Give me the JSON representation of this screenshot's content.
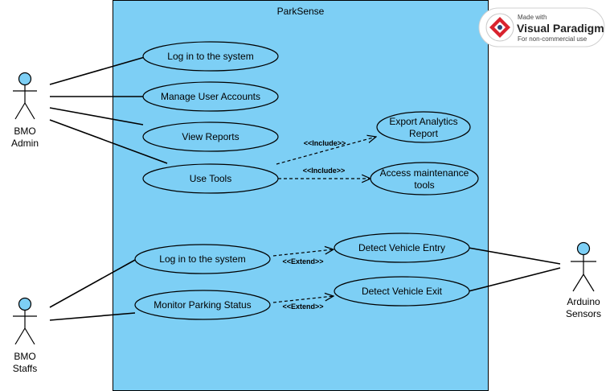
{
  "system": {
    "title": "ParkSense"
  },
  "actors": {
    "bmo_admin": {
      "line1": "BMO",
      "line2": "Admin"
    },
    "bmo_staffs": {
      "line1": "BMO",
      "line2": "Staffs"
    },
    "arduino": {
      "line1": "Arduino",
      "line2": "Sensors"
    }
  },
  "use_cases": {
    "admin_login": "Log in to the system",
    "manage_users": "Manage User Accounts",
    "view_reports": "View Reports",
    "use_tools": "Use Tools",
    "export_analytics": {
      "line1": "Export Analytics",
      "line2": "Report"
    },
    "access_maintenance": {
      "line1": "Access maintenance",
      "line2": "tools"
    },
    "staff_login": "Log in to the system",
    "monitor_parking": "Monitor Parking Status",
    "detect_entry": "Detect Vehicle Entry",
    "detect_exit": "Detect Vehicle Exit"
  },
  "relations": {
    "include_export": "<<Include>>",
    "include_maintenance": "<<Include>>",
    "extend_entry": "<<Extend>>",
    "extend_exit": "<<Extend>>"
  },
  "watermark": {
    "made_with": "Made with",
    "brand": "Visual Paradigm",
    "note": "For non-commercial use"
  },
  "colors": {
    "system_fill": "#7dcff5",
    "actor_head": "#7dcff5",
    "usecase_fill": "#7dcff5",
    "watermark_red": "#d9232e"
  }
}
